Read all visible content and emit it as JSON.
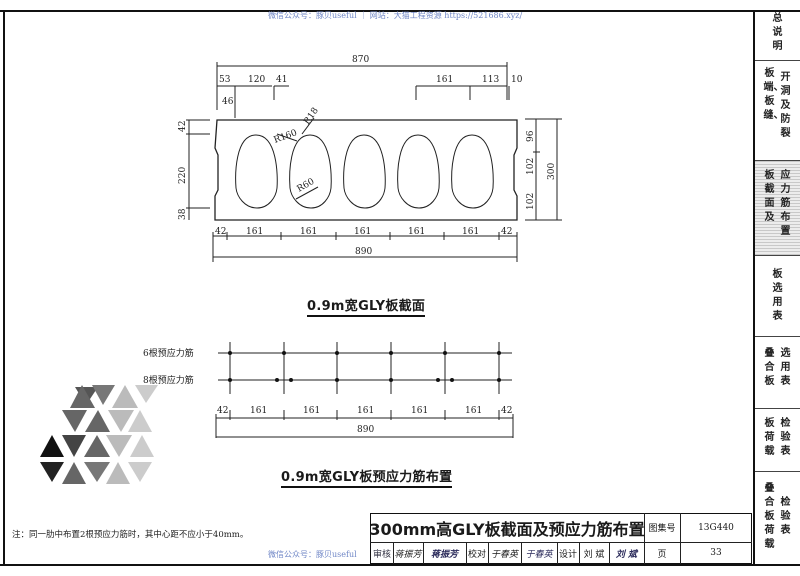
{
  "watermarks": {
    "top": "微信公众号：豚贝useful ｜ 网站：大猫工程资源 https://521686.xyz/",
    "bottom": "微信公众号：豚贝useful"
  },
  "section_drawing": {
    "caption": "0.9m宽GLY板截面",
    "top_total": "870",
    "top_dims": [
      "53",
      "120",
      "41",
      "161",
      "113",
      "10"
    ],
    "top_dim_46": "46",
    "left_dims": [
      "42",
      "220",
      "38"
    ],
    "right_dims": [
      "96",
      "102",
      "102"
    ],
    "right_total": "300",
    "radius_labels": [
      "R160",
      "R18",
      "R60"
    ],
    "bottom_dims": [
      "42",
      "161",
      "161",
      "161",
      "161",
      "161",
      "42"
    ],
    "bottom_total": "890"
  },
  "rebar_drawing": {
    "caption": "0.9m宽GLY板预应力筋布置",
    "row_labels": [
      "6根预应力筋",
      "8根预应力筋"
    ],
    "bottom_dims": [
      "42",
      "161",
      "161",
      "161",
      "161",
      "161",
      "42"
    ],
    "bottom_total": "890"
  },
  "note": "注：同一肋中布置2根预应力筋时，其中心距不应小于40mm。",
  "title_block": {
    "title": "300mm高GLY板截面及预应力筋布置",
    "atlas_label": "图集号",
    "atlas_no": "13G440",
    "page_label": "页",
    "page_no": "33",
    "review_label": "审核",
    "review_name": "蒋振芳",
    "check_label": "校对",
    "check_name": "于春英",
    "design_label": "设计",
    "design_name": "刘 斌"
  },
  "sidebar": {
    "sections": [
      {
        "cols": [
          "总说明"
        ]
      },
      {
        "cols": [
          "板端、板缝、",
          "开洞及防裂"
        ]
      },
      {
        "cols": [
          "板截面及",
          "应力筋布置"
        ]
      },
      {
        "cols": [
          "板选用表"
        ]
      },
      {
        "cols": [
          "叠合板",
          "选用表"
        ]
      },
      {
        "cols": [
          "板荷载",
          "检验表"
        ]
      },
      {
        "cols": [
          "叠合板荷载",
          "检验表"
        ]
      }
    ]
  }
}
